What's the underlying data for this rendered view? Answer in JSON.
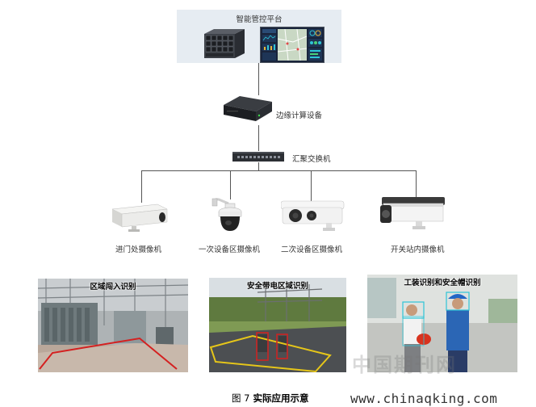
{
  "platform": {
    "title": "智能管控平台"
  },
  "edge_device": {
    "label": "边缘计算设备"
  },
  "switch": {
    "label": "汇聚交换机"
  },
  "cameras": [
    {
      "label": "进门处摄像机"
    },
    {
      "label": "一次设备区摄像机"
    },
    {
      "label": "二次设备区摄像机"
    },
    {
      "label": "开关站内摄像机"
    }
  ],
  "photos": [
    {
      "title": "区域闯入识别"
    },
    {
      "title": "安全带电区域识别"
    },
    {
      "title": "工装识别和安全帽识别"
    }
  ],
  "watermark": "中国期刊网",
  "caption": {
    "figure": "图 7",
    "text": "实际应用示意"
  },
  "site_url": "www.chinaqking.com",
  "colors": {
    "platform_bg": "#e6ecf2",
    "alert_red": "#d42020",
    "zone_yellow": "#e6c619"
  }
}
